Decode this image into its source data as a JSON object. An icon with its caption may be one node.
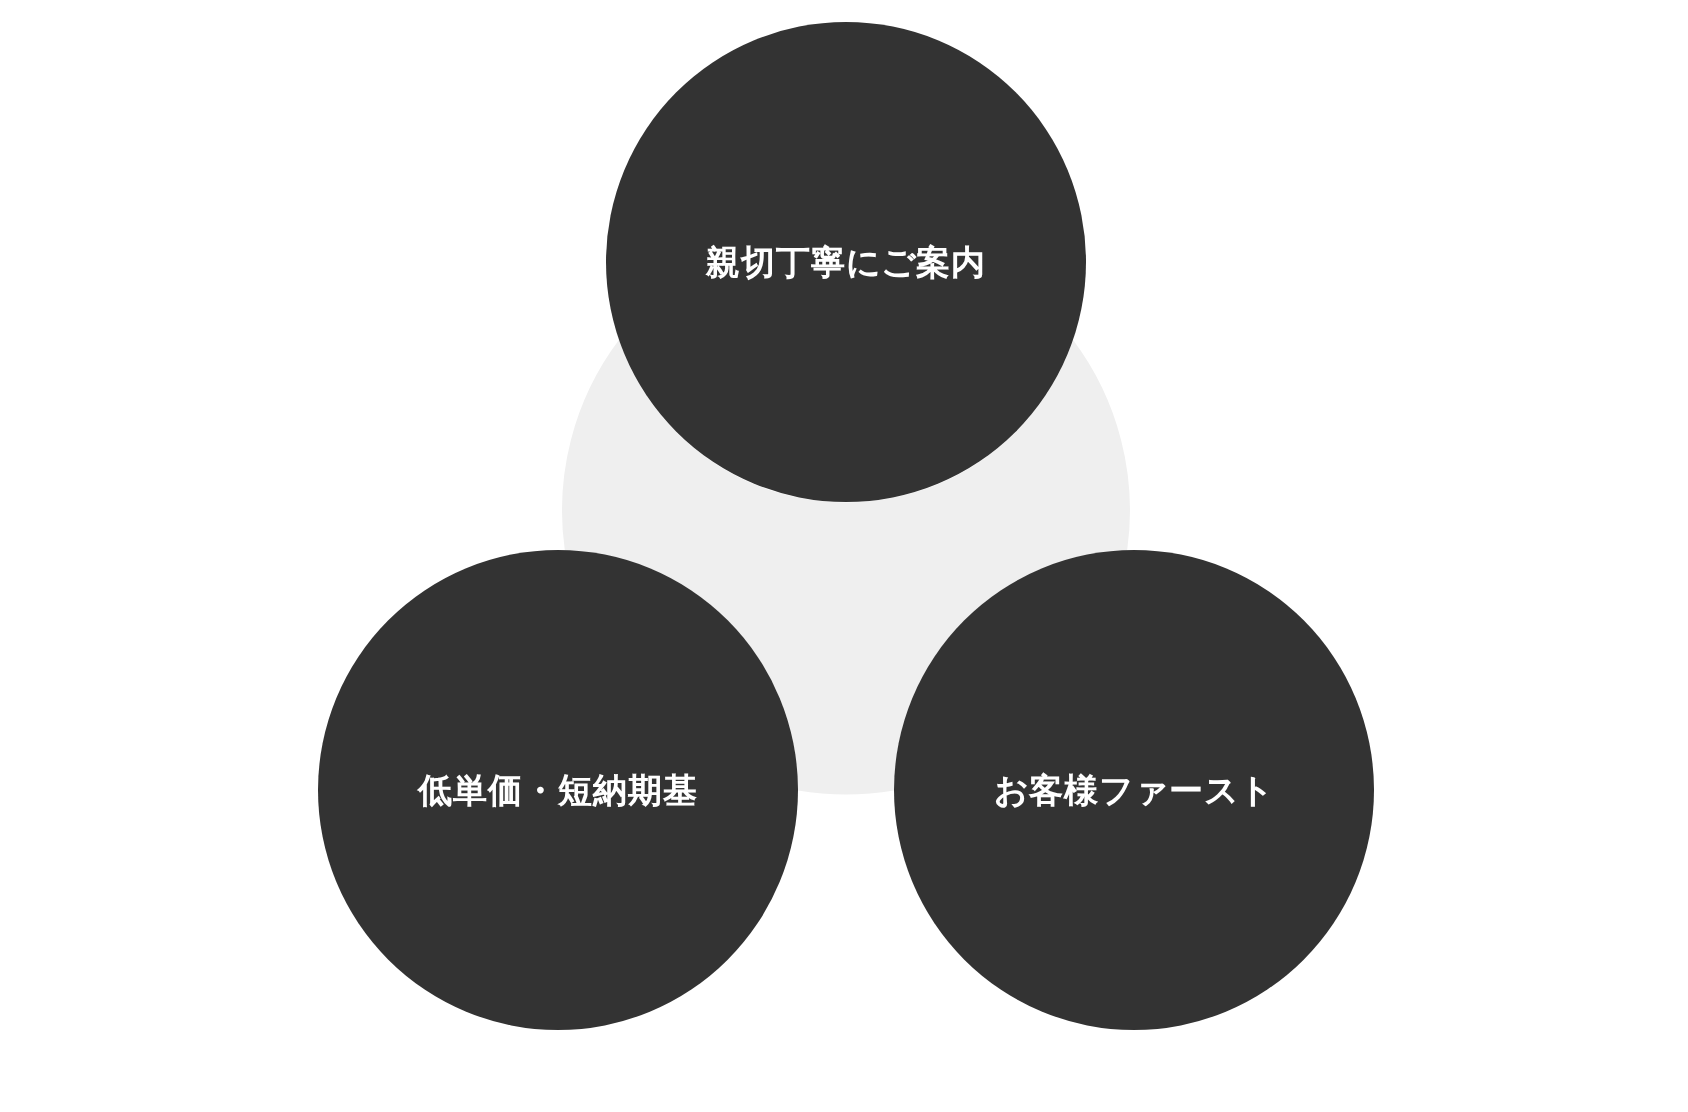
{
  "diagram": {
    "nodes": [
      {
        "text": [
          "親切丁寧にご案内"
        ]
      },
      {
        "text": [
          "低単価・短納期基"
        ]
      },
      {
        "text": [
          "お客様ファースト"
        ]
      },
      {
        "text": [],
        "shape": "circle"
      }
    ]
  }
}
